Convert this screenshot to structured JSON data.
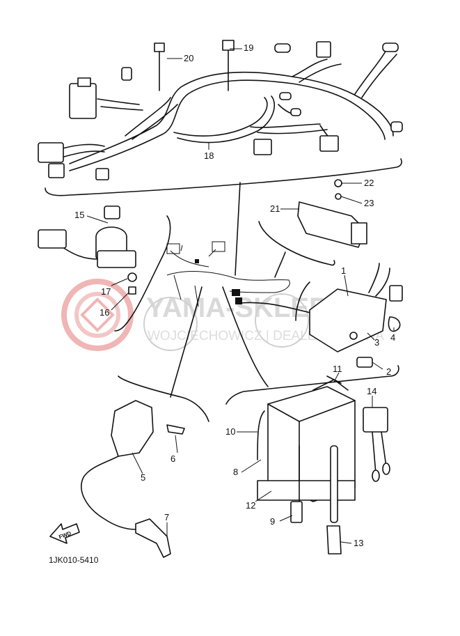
{
  "part_labels": {
    "p1": "1",
    "p2": "2",
    "p3": "3",
    "p4": "4",
    "p5": "5",
    "p6": "6",
    "p7": "7",
    "p8": "8",
    "p9": "9",
    "p10": "10",
    "p11": "11",
    "p12": "12",
    "p13": "13",
    "p14": "14",
    "p15": "15",
    "p16": "16",
    "p17": "17",
    "p18": "18",
    "p19": "19",
    "p20": "20",
    "p21": "21",
    "p22": "22",
    "p23": "23"
  },
  "drawing_code": "1JK010-5410",
  "front_arrow_label": "FWD",
  "watermark": {
    "line1": "YAMA-SKLEP.PL",
    "line2": "WOJCIECHOWICZ | DEALER YAMAHA",
    "color": "#e06060"
  }
}
